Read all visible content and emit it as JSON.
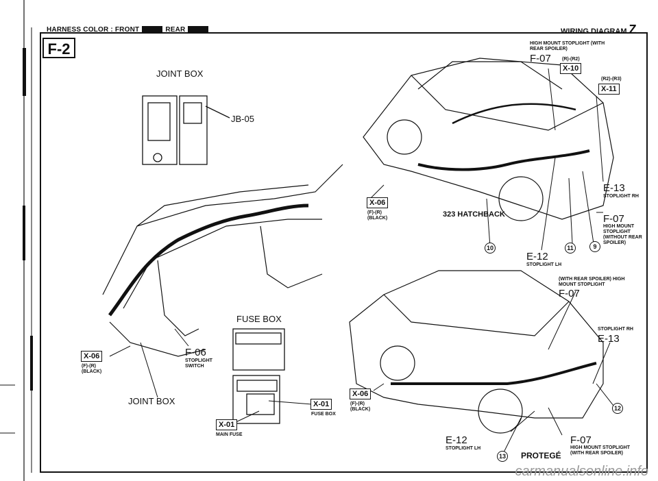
{
  "header": {
    "harness_color": "HARNESS COLOR : FRONT",
    "rear": "REAR",
    "title": "WIRING DIAGRAM",
    "letter": "Z"
  },
  "page_code": "F-2",
  "labels": {
    "joint_box_top": "JOINT BOX",
    "jb05": "JB-05",
    "fuse_box": "FUSE BOX",
    "joint_box_bottom": "JOINT BOX",
    "f06": "F-06",
    "f06_desc": "STOPLIGHT SWITCH",
    "x06_left": "X-06",
    "x06_left_desc": "(F)-(R) (BLACK)",
    "x01_fuse": "X-01",
    "x01_fuse_desc": "FUSE BOX",
    "x01_main": "X-01",
    "x01_main_desc": "MAIN FUSE",
    "hatchback": {
      "title": "323 HATCHBACK",
      "f07_top_desc": "HIGH MOUNT STOPLIGHT (WITH REAR SPOILER)",
      "f07_top": "F-07",
      "r_r2": "(R)-(R2)",
      "x10": "X-10",
      "r2_r3": "(R2)-(R3)",
      "x11": "X-11",
      "x06": "X-06",
      "x06_desc": "(F)-(R) (BLACK)",
      "e13": "E-13",
      "e13_desc": "STOPLIGHT RH",
      "f07_right": "F-07",
      "f07_right_desc": "HIGH MOUNT STOPLIGHT (WITHOUT REAR SPOILER)",
      "e12": "E-12",
      "e12_desc": "STOPLIGHT LH",
      "c10": "10",
      "c11": "11",
      "c9": "9"
    },
    "protege": {
      "title": "PROTEGÉ",
      "f07_top_desc": "(WITH REAR SPOILER) HIGH MOUNT STOPLIGHT",
      "f07_top": "F-07",
      "e13_desc": "STOPLIGHT RH",
      "e13": "E-13",
      "x06": "X-06",
      "x06_desc": "(F)-(R) (BLACK)",
      "c12": "12",
      "e12": "E-12",
      "e12_desc": "STOPLIGHT LH",
      "c13": "13",
      "f07_bottom": "F-07",
      "f07_bottom_desc": "HIGH MOUNT STOPLIGHT (WITH REAR SPOILER)"
    }
  },
  "watermark": "carmanualsonline.info"
}
